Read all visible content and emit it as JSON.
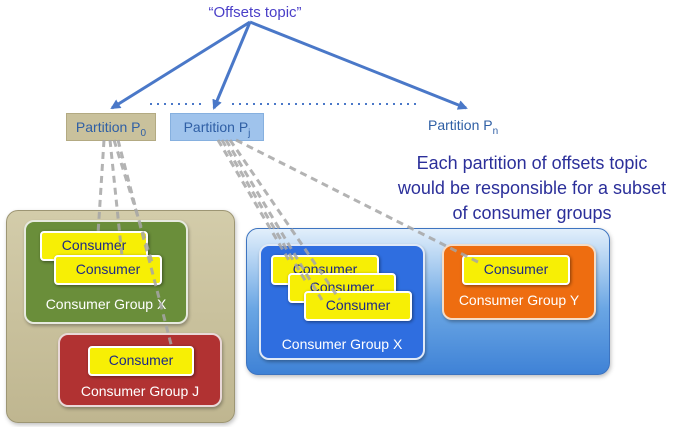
{
  "topic": "“Offsets topic”",
  "partitions": [
    {
      "label": "Partition P",
      "sub": "0"
    },
    {
      "label": "Partition P",
      "sub": "j"
    },
    {
      "label": "Partition P",
      "sub": "n"
    }
  ],
  "caption": [
    "Each partition of offsets topic",
    "would be responsible for a subset",
    "of consumer groups"
  ],
  "consumer_label": "Consumer",
  "groups": {
    "left_x": "Consumer Group X",
    "left_j": "Consumer Group J",
    "right_x": "Consumer Group X",
    "right_y": "Consumer Group Y"
  },
  "colors": {
    "arrow": "#4a78c8",
    "dash": "#a6a6a6",
    "consumer": "#f7ef05",
    "group_x_left": "#6a8e3a",
    "group_j": "#b13232",
    "group_x_right": "#2f6ee0",
    "group_y": "#ee6d10"
  }
}
